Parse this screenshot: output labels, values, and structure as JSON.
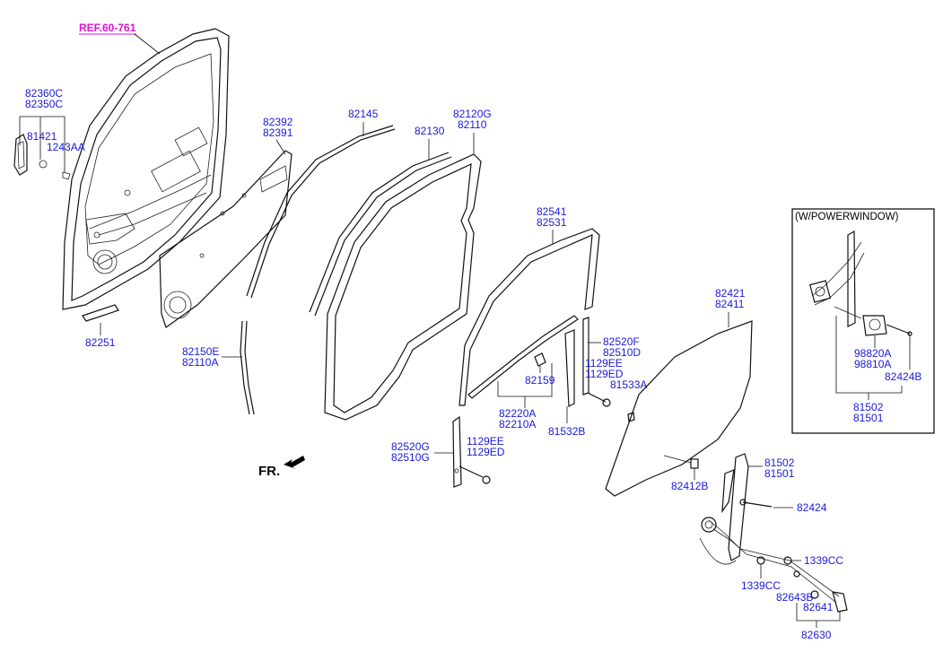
{
  "diagram": {
    "ref_label": "REF.60-761",
    "front_label": "FR.",
    "inset_title": "(W/POWERWINDOW)",
    "callouts": {
      "c82360": "82360C",
      "c82350": "82350C",
      "c81421": "81421",
      "c1243": "1243AA",
      "c82251": "82251",
      "c82392": "82392",
      "c82391": "82391",
      "c82145": "82145",
      "c82150": "82150E",
      "c82110a": "82110A",
      "c82130": "82130",
      "c82120": "82120G",
      "c82110": "82110",
      "c82541": "82541",
      "c82531": "82531",
      "c82520f": "82520F",
      "c82510d": "82510D",
      "c1129ee_a": "1129EE",
      "c1129ed_a": "1129ED",
      "c81533": "81533A",
      "c82159": "82159",
      "c82220": "82220A",
      "c82210": "82210A",
      "c81532": "81532B",
      "c82520g": "82520G",
      "c82510g": "82510G",
      "c1129ee_b": "1129EE",
      "c1129ed_b": "1129ED",
      "c82421": "82421",
      "c82411": "82411",
      "c81502_m": "81502",
      "c81501_m": "81501",
      "c82412": "82412B",
      "c82424_m": "82424",
      "c1339cc_a": "1339CC",
      "c1339cc_b": "1339CC",
      "c82643": "82643B",
      "c82641": "82641",
      "c82630": "82630",
      "c98820": "98820A",
      "c98810": "98810A",
      "c82424b": "82424B",
      "c81502_i": "81502",
      "c81501_i": "81501"
    }
  }
}
